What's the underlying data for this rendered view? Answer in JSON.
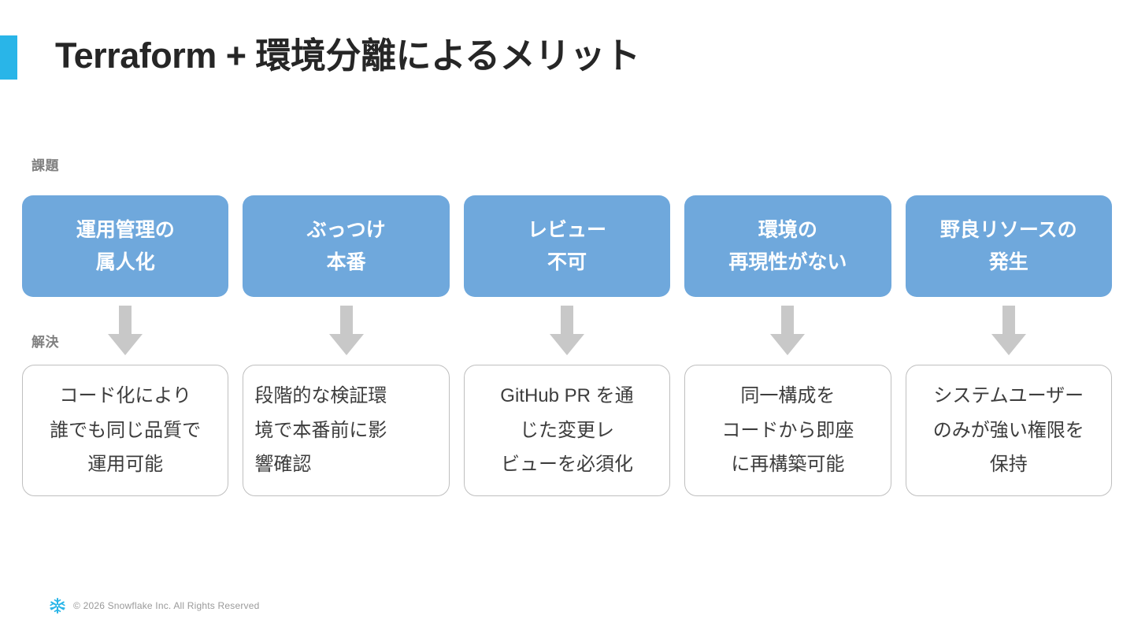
{
  "slide": {
    "title": "Terraform + 環境分離によるメリット",
    "accent_color": "#29B5E8",
    "challenge_label": "課題",
    "solution_label": "解決",
    "challenge_card_color": "#6FA8DC",
    "solution_card_border_color": "#BFBFBF",
    "arrow_color": "#C8C8C8"
  },
  "columns": [
    {
      "challenge": {
        "line1": "運用管理の",
        "line2": "属人化"
      },
      "arrow_icon": "arrow-down-icon",
      "solution": {
        "align": "center",
        "line1": "コード化により",
        "line2": "誰でも同じ品質で",
        "line3": "運用可能"
      }
    },
    {
      "challenge": {
        "line1": "ぶっつけ",
        "line2": "本番"
      },
      "arrow_icon": "arrow-down-icon",
      "solution": {
        "align": "left",
        "line1": "段階的な検証環",
        "line2": "境で本番前に影",
        "line3": "響確認"
      }
    },
    {
      "challenge": {
        "line1": "レビュー",
        "line2": "不可"
      },
      "arrow_icon": "arrow-down-icon",
      "solution": {
        "align": "center",
        "line1": "GitHub PR を通",
        "line2": "じた変更レ",
        "line3": "ビューを必須化"
      }
    },
    {
      "challenge": {
        "line1": "環境の",
        "line2": "再現性がない"
      },
      "arrow_icon": "arrow-down-icon",
      "solution": {
        "align": "center",
        "line1": "同一構成を",
        "line2": "コードから即座",
        "line3": "に再構築可能"
      }
    },
    {
      "challenge": {
        "line1": "野良リソースの",
        "line2": "発生"
      },
      "arrow_icon": "arrow-down-icon",
      "solution": {
        "align": "center",
        "line1": "システムユーザー",
        "line2": "のみが強い権限を",
        "line3": "保持"
      }
    }
  ],
  "footer": {
    "logo_icon": "snowflake-logo-icon",
    "logo_color": "#29B5E8",
    "copyright": "© 2026 Snowflake Inc. All Rights Reserved"
  }
}
